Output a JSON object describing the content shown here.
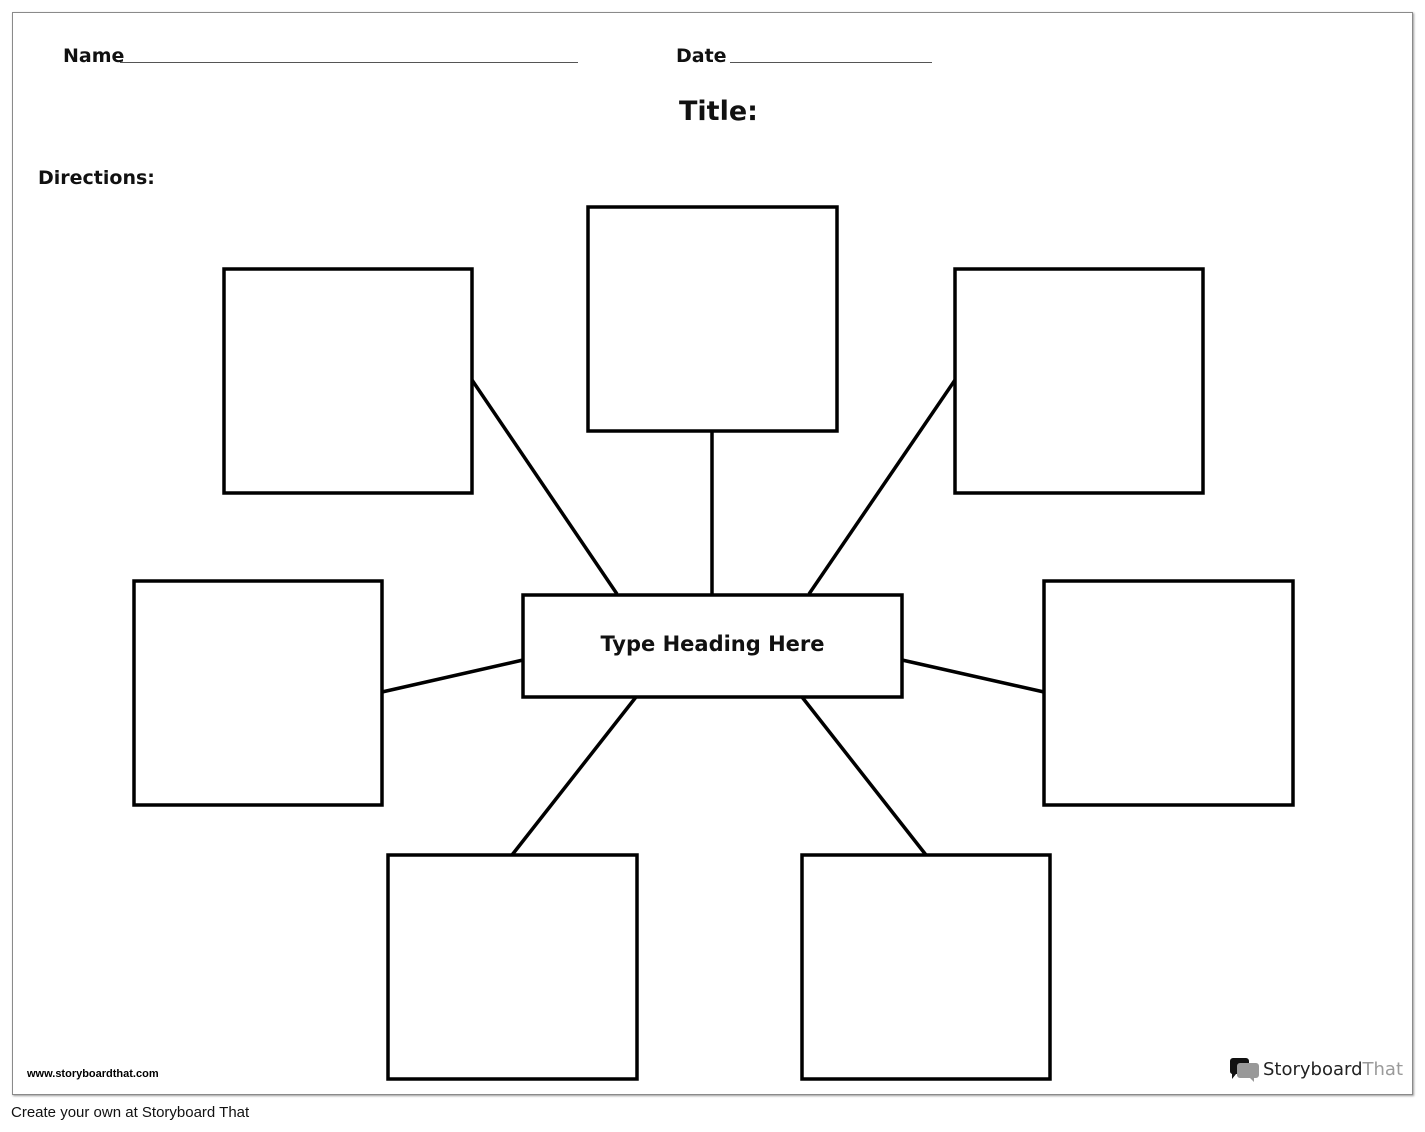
{
  "header": {
    "name_label": "Name",
    "date_label": "Date",
    "title_label": "Title:",
    "directions_label": "Directions:"
  },
  "diagram": {
    "center_heading": "Type Heading Here",
    "outer_box_count": 7
  },
  "footer": {
    "website": "www.storyboardthat.com",
    "logo_text_dark": "Storyboard",
    "logo_text_light": "That",
    "create_link": "Create your own at Storyboard That"
  },
  "colors": {
    "stroke": "#000000",
    "logo_light": "#9a9a9a"
  }
}
